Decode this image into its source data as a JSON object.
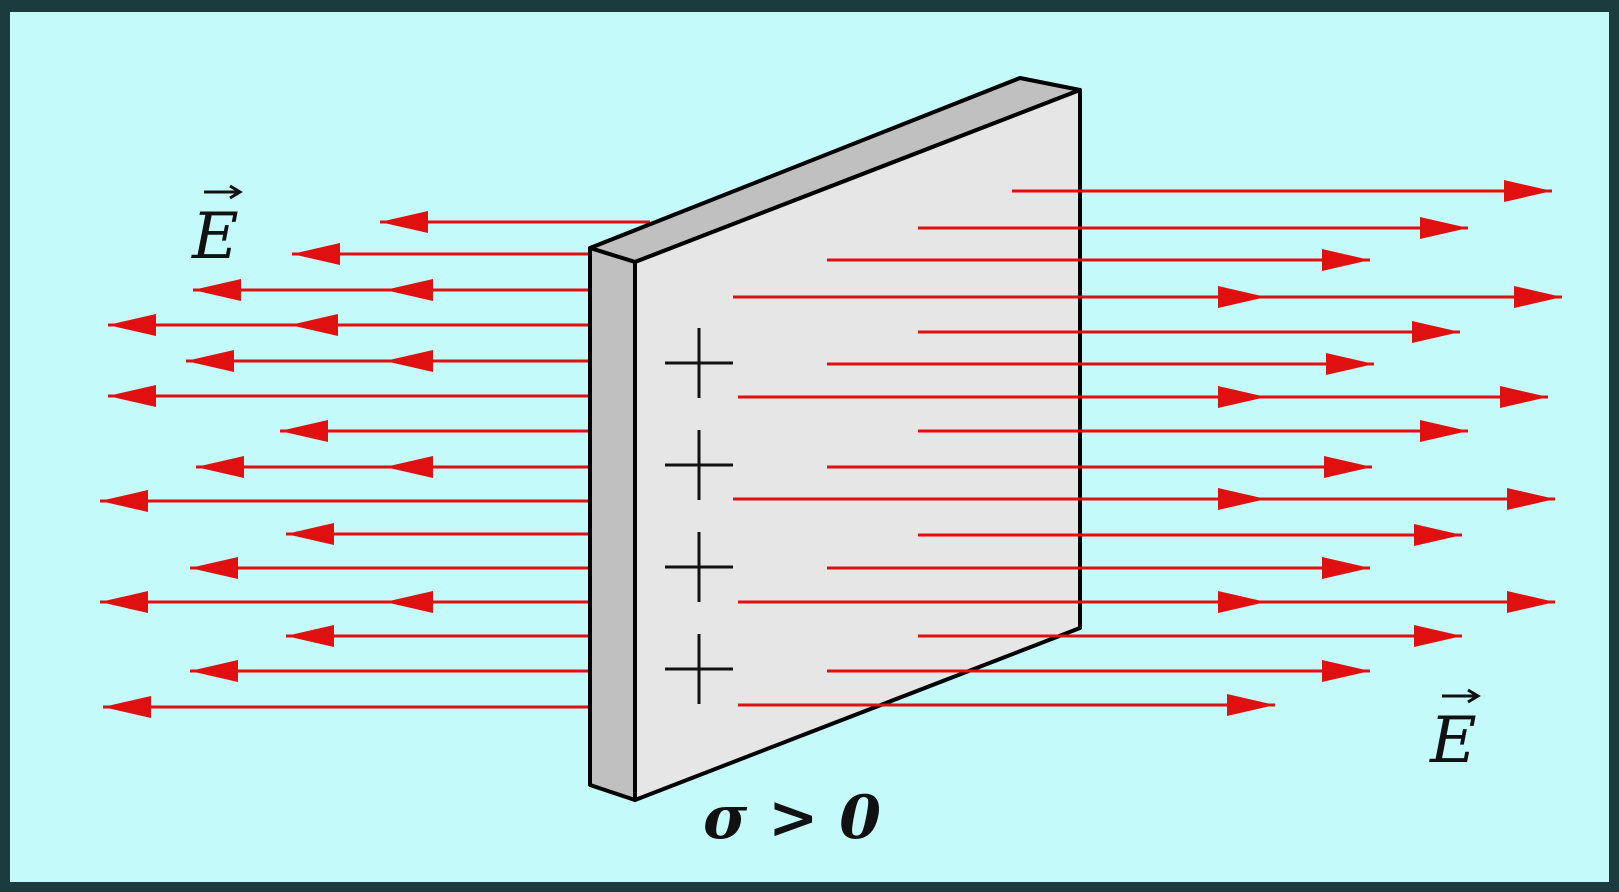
{
  "labels": {
    "field_left": "E",
    "field_right": "E",
    "charge_density": "σ > 0"
  },
  "colors": {
    "background": "#c4fafa",
    "frame": "#1b3b3f",
    "field_line": "#e01010",
    "plate_face": "#e6e6e6",
    "plate_edge": "#c0c0c0"
  },
  "plus_sign_count": 4
}
